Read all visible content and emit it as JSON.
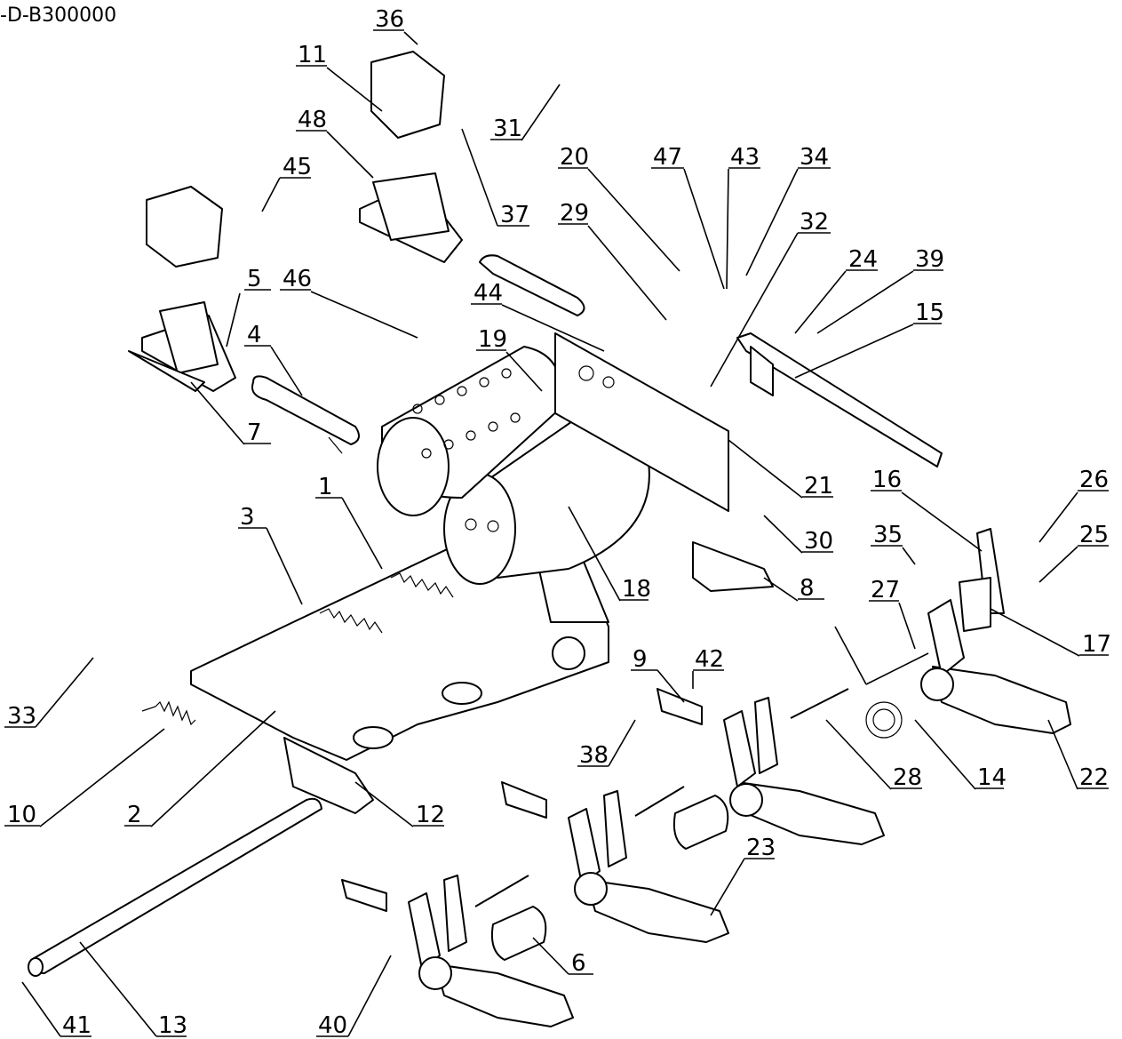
{
  "drawing_code": "-D-B300000",
  "callouts": [
    {
      "label": "1"
    },
    {
      "label": "2"
    },
    {
      "label": "3"
    },
    {
      "label": "4"
    },
    {
      "label": "5"
    },
    {
      "label": "6"
    },
    {
      "label": "7"
    },
    {
      "label": "8"
    },
    {
      "label": "9"
    },
    {
      "label": "10"
    },
    {
      "label": "11"
    },
    {
      "label": "12"
    },
    {
      "label": "13"
    },
    {
      "label": "14"
    },
    {
      "label": "15"
    },
    {
      "label": "16"
    },
    {
      "label": "17"
    },
    {
      "label": "18"
    },
    {
      "label": "19"
    },
    {
      "label": "20"
    },
    {
      "label": "21"
    },
    {
      "label": "22"
    },
    {
      "label": "23"
    },
    {
      "label": "24"
    },
    {
      "label": "25"
    },
    {
      "label": "26"
    },
    {
      "label": "27"
    },
    {
      "label": "28"
    },
    {
      "label": "29"
    },
    {
      "label": "30"
    },
    {
      "label": "31"
    },
    {
      "label": "32"
    },
    {
      "label": "33"
    },
    {
      "label": "34"
    },
    {
      "label": "35"
    },
    {
      "label": "36"
    },
    {
      "label": "37"
    },
    {
      "label": "38"
    },
    {
      "label": "39"
    },
    {
      "label": "40"
    },
    {
      "label": "41"
    },
    {
      "label": "42"
    },
    {
      "label": "43"
    },
    {
      "label": "44"
    },
    {
      "label": "45"
    },
    {
      "label": "46"
    },
    {
      "label": "47"
    },
    {
      "label": "48"
    }
  ]
}
